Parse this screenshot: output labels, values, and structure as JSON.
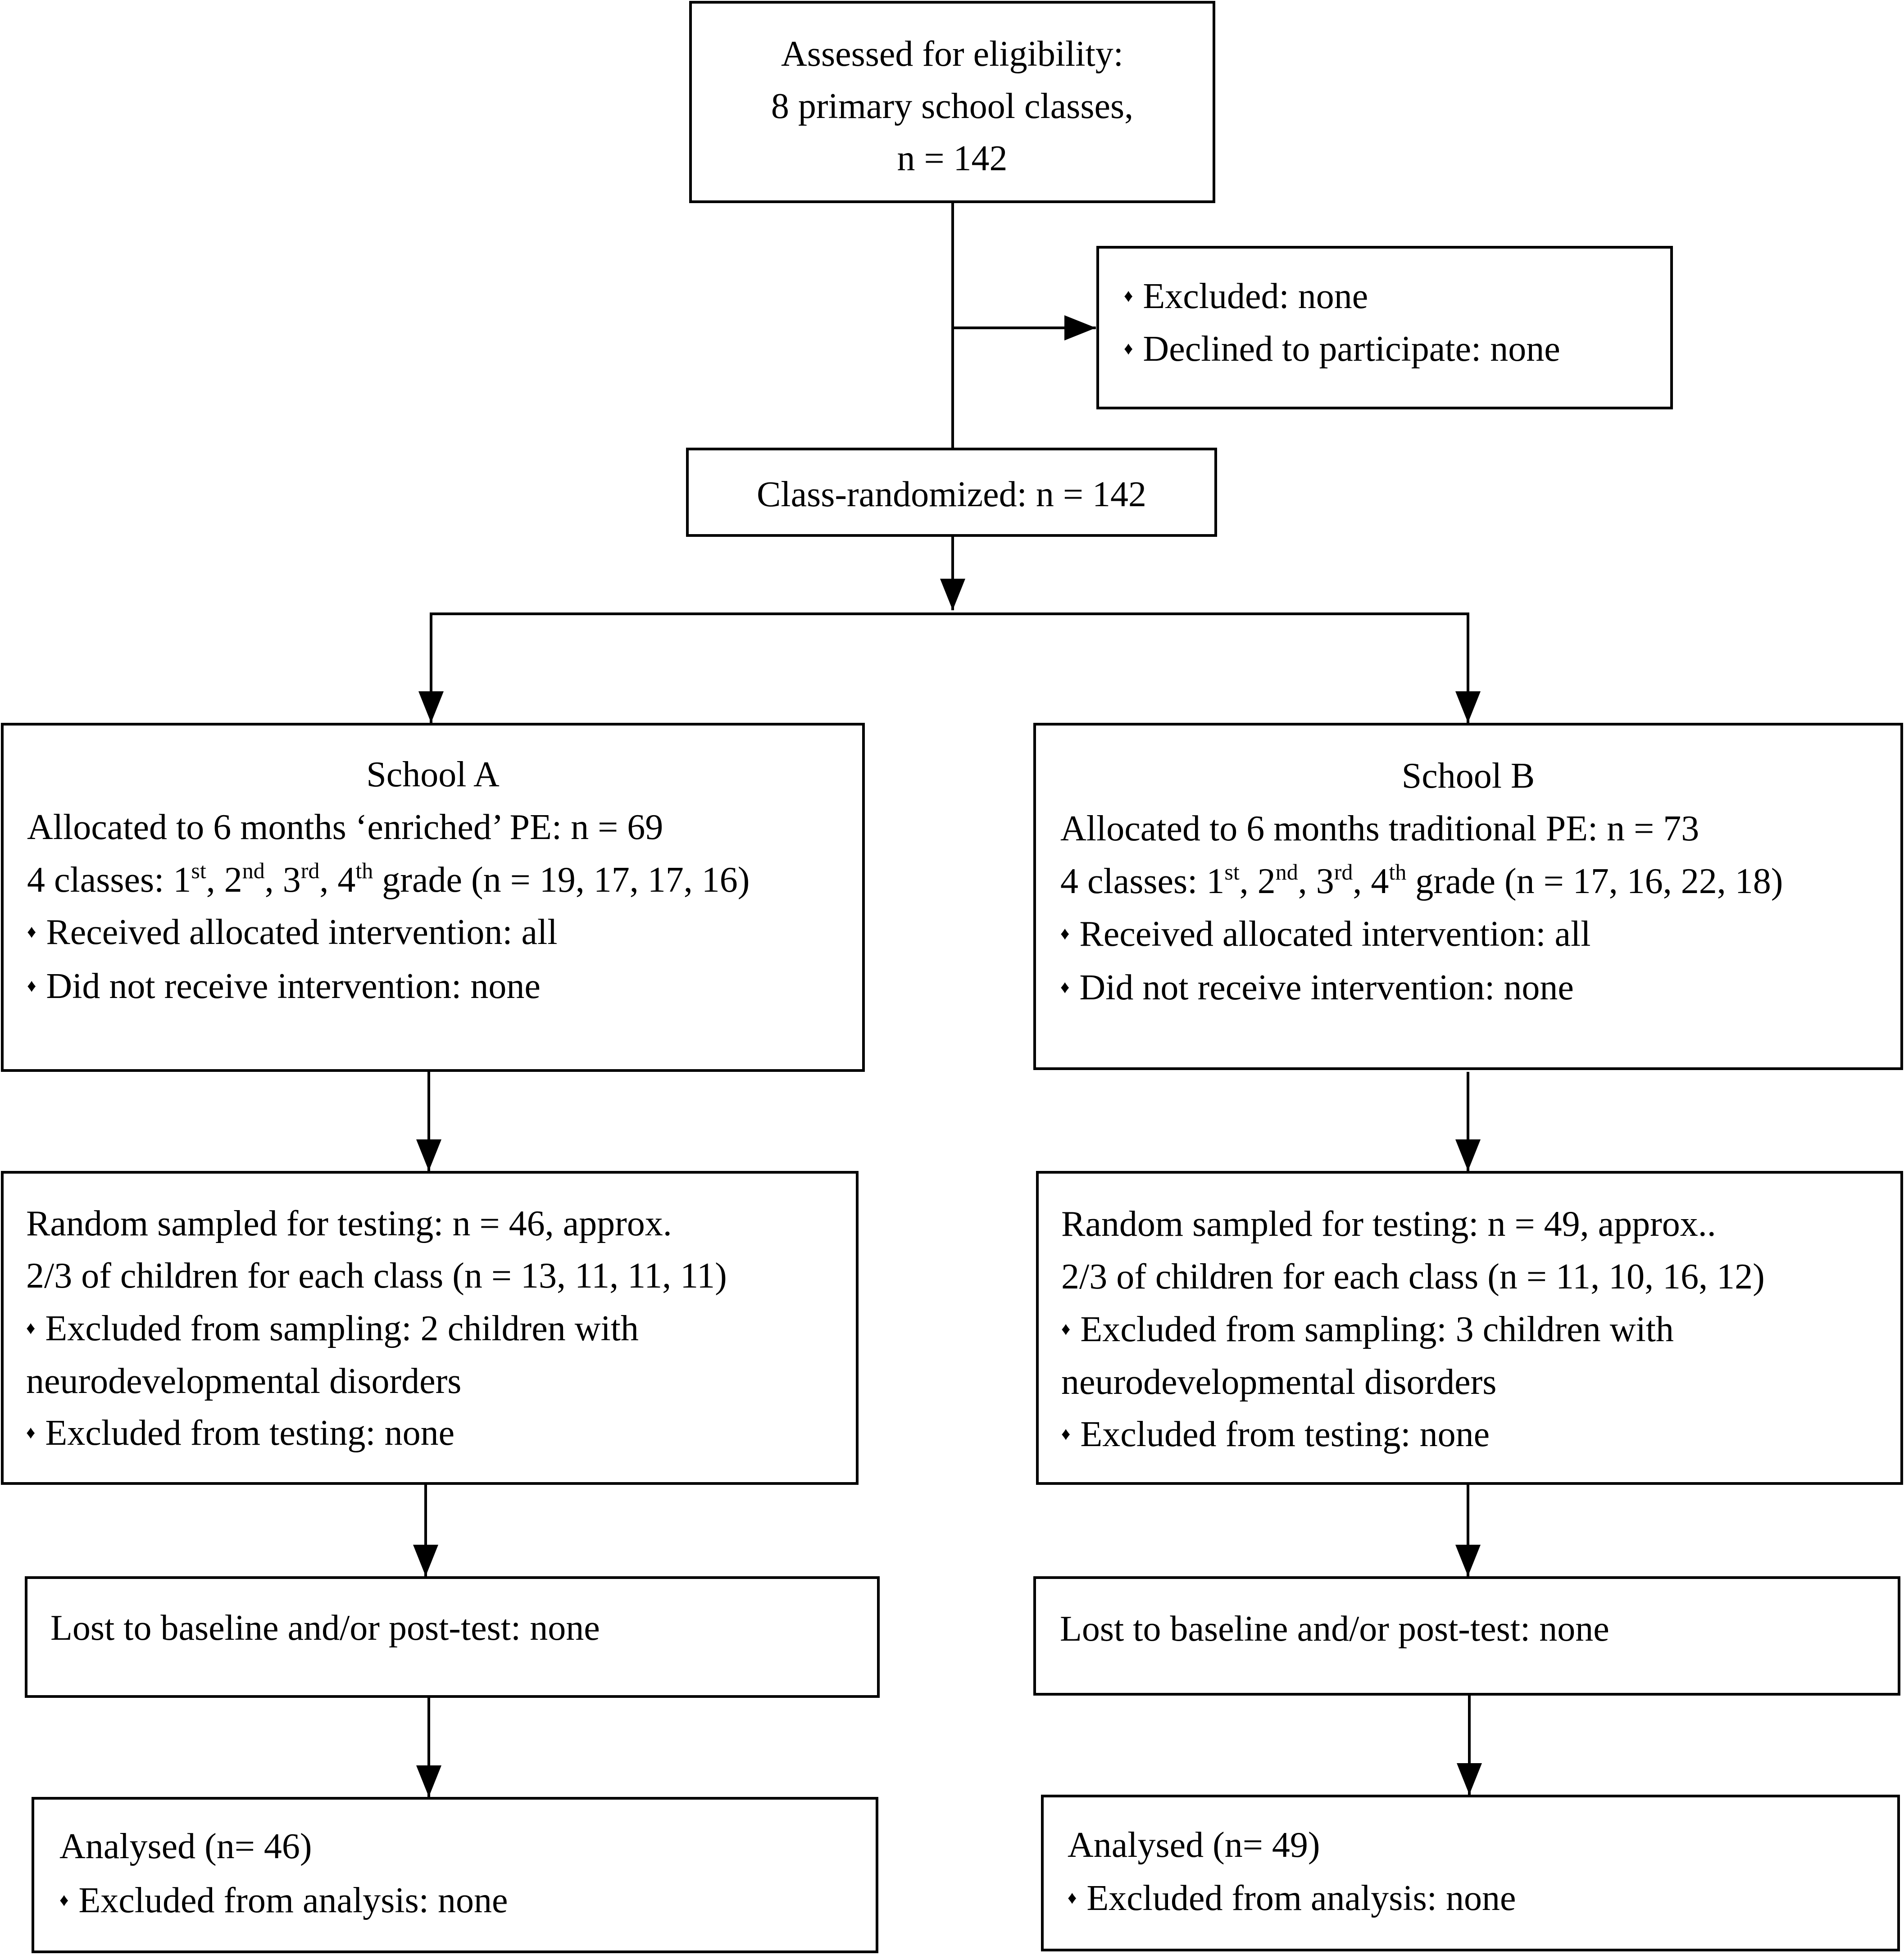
{
  "assessed": {
    "lines": [
      "Assessed for eligibility:",
      "8 primary school classes,",
      "n = 142"
    ]
  },
  "excluded": {
    "items": [
      "Excluded: none",
      "Declined to participate: none"
    ]
  },
  "randomized": {
    "label": "Class-randomized: n = 142"
  },
  "bullet_symbol": "♦",
  "school_a": {
    "alloc": {
      "title": "School A",
      "line1": "Allocated to 6 months ‘enriched’ PE: n = 69",
      "grades": {
        "prefix": "4 classes: 1",
        "s1": "st",
        "t2": ", 2",
        "s2": "nd",
        "t3": ", 3",
        "s3": "rd",
        "t4": ", 4",
        "s4": "th",
        "suffix": " grade (n = 19, 17, 17, 16)"
      },
      "items": [
        "Received allocated intervention: all",
        "Did not receive intervention: none"
      ]
    },
    "sampled": {
      "line1": "Random sampled for testing: n = 46, approx.",
      "line2": "2/3 of children for each class (n = 13, 11, 11, 11)",
      "item1": "Excluded from sampling: 2 children with",
      "item1_cont": "neurodevelopmental disorders",
      "item2": "Excluded from testing: none"
    },
    "lost": {
      "label": "Lost to baseline and/or post-test: none"
    },
    "analysed": {
      "title": "Analysed (n= 46)",
      "item": "Excluded from analysis: none"
    }
  },
  "school_b": {
    "alloc": {
      "title": "School B",
      "line1": "Allocated to 6 months traditional PE: n = 73",
      "grades": {
        "prefix": "4 classes: 1",
        "s1": "st",
        "t2": ", 2",
        "s2": "nd",
        "t3": ", 3",
        "s3": "rd",
        "t4": ", 4",
        "s4": "th",
        "suffix": " grade (n = 17, 16, 22, 18)"
      },
      "items": [
        "Received allocated intervention: all",
        "Did not receive intervention: none"
      ]
    },
    "sampled": {
      "line1": "Random sampled for testing: n = 49, approx..",
      "line2": "2/3 of children for each class (n = 11, 10, 16, 12)",
      "item1": "Excluded from sampling: 3 children with",
      "item1_cont": "neurodevelopmental disorders",
      "item2": "Excluded from testing: none"
    },
    "lost": {
      "label": "Lost to baseline and/or post-test: none"
    },
    "analysed": {
      "title": "Analysed (n= 49)",
      "item": "Excluded from analysis: none"
    }
  }
}
